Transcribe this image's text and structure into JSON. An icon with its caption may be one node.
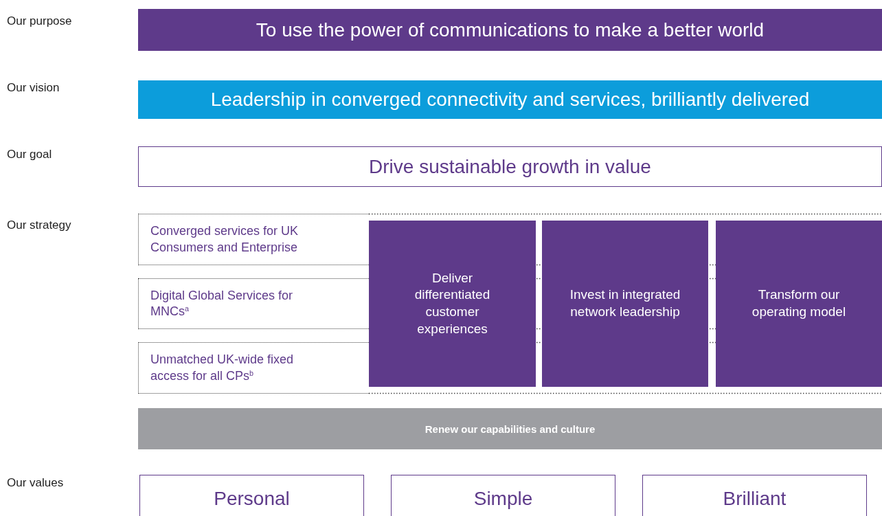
{
  "diagram": {
    "nodes": [
      {
        "text": [
          "To use the power of communications to make a better world"
        ]
      },
      {
        "text": [
          "Leadership in converged connectivity and services, brilliantly delivered"
        ]
      },
      {
        "text": [
          "Drive sustainable growth in value"
        ]
      },
      {
        "text": [
          "Converged services for UK Consumers and Enterprise"
        ]
      },
      {
        "text": [
          "Digital Global Services for MNCs$^{a}$"
        ]
      },
      {
        "text": [
          "Unmatched UK-wide fixed access for all CPs$^{b}$"
        ]
      },
      {
        "text": [
          "Deliver differentiated customer experiences"
        ]
      },
      {
        "text": [
          "Invest in integrated network leadership"
        ]
      },
      {
        "text": [
          "Transform our operating model"
        ]
      },
      {
        "text": [
          "Renew our capabilities and culture"
        ]
      },
      {
        "text": [
          "Personal"
        ]
      },
      {
        "text": [
          "Simple"
        ]
      },
      {
        "text": [
          "Brilliant"
        ]
      }
    ],
    "labels": [
      "Our purpose",
      "Our vision",
      "Our goal",
      "Our strategy",
      "Our values"
    ]
  }
}
